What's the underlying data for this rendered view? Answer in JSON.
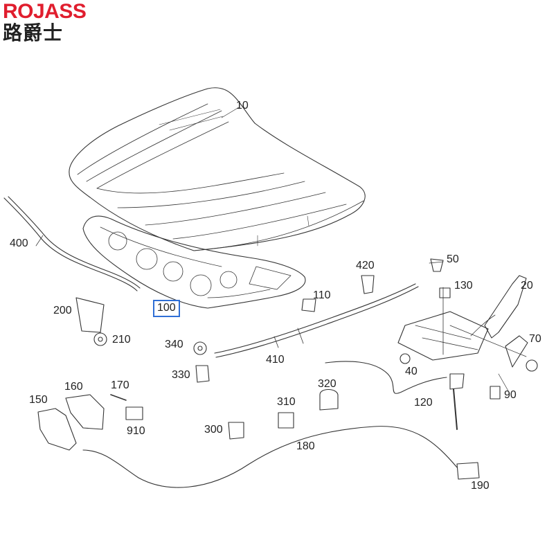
{
  "brand": {
    "name": "ROJASS",
    "chinese_name": "路爵士",
    "color": "#e01e2e"
  },
  "highlight_color": "#2f6fd6",
  "callouts": [
    {
      "id": "10",
      "label": "10"
    },
    {
      "id": "400",
      "label": "400"
    },
    {
      "id": "100",
      "label": "100",
      "highlighted": true
    },
    {
      "id": "200",
      "label": "200"
    },
    {
      "id": "210",
      "label": "210"
    },
    {
      "id": "110",
      "label": "110"
    },
    {
      "id": "420",
      "label": "420"
    },
    {
      "id": "50",
      "label": "50"
    },
    {
      "id": "130",
      "label": "130"
    },
    {
      "id": "20",
      "label": "20"
    },
    {
      "id": "70",
      "label": "70"
    },
    {
      "id": "340",
      "label": "340"
    },
    {
      "id": "330",
      "label": "330"
    },
    {
      "id": "410",
      "label": "410"
    },
    {
      "id": "40",
      "label": "40"
    },
    {
      "id": "120",
      "label": "120"
    },
    {
      "id": "90",
      "label": "90"
    },
    {
      "id": "320",
      "label": "320"
    },
    {
      "id": "160",
      "label": "160"
    },
    {
      "id": "170",
      "label": "170"
    },
    {
      "id": "150",
      "label": "150"
    },
    {
      "id": "910",
      "label": "910"
    },
    {
      "id": "310",
      "label": "310"
    },
    {
      "id": "300",
      "label": "300"
    },
    {
      "id": "180",
      "label": "180"
    },
    {
      "id": "190",
      "label": "190"
    }
  ]
}
